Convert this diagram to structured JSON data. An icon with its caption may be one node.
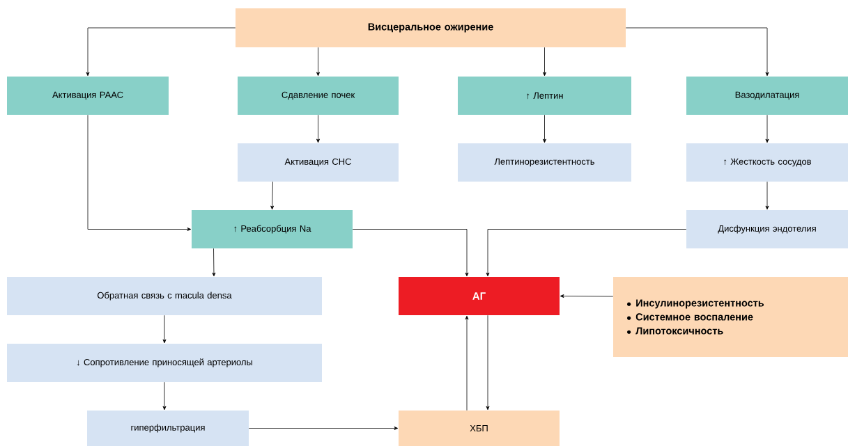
{
  "diagram": {
    "nodes": [
      {
        "text": [
          "Висцеральное ожирение"
        ]
      },
      {
        "text": [
          "Активация РААС"
        ]
      },
      {
        "text": [
          "Сдавление почек"
        ]
      },
      {
        "text": [
          "↑ Лептин"
        ]
      },
      {
        "text": [
          "Вазодилатация"
        ]
      },
      {
        "text": [
          "Активация СНС"
        ]
      },
      {
        "text": [
          "Лептинорезистентность"
        ]
      },
      {
        "text": [
          "↑ Жесткость сосудов"
        ]
      },
      {
        "text": [
          "↑ Реабсорбция Na"
        ]
      },
      {
        "text": [
          "Дисфункция эндотелия"
        ]
      },
      {
        "text": [
          "Обратная связь с macula densa"
        ]
      },
      {
        "text": [
          "АГ"
        ]
      },
      {
        "text": [
          "Инсулинорезистентность",
          "Системное воспаление",
          "Липотоксичность"
        ]
      },
      {
        "text": [
          "↓ Сопротивление приносящей артериолы"
        ]
      },
      {
        "text": [
          "гиперфильтрация"
        ]
      },
      {
        "text": [
          "ХБП"
        ]
      }
    ],
    "edges": [
      {
        "from": 0,
        "to": 1,
        "arrow": "to"
      },
      {
        "from": 0,
        "to": 2,
        "arrow": "to"
      },
      {
        "from": 0,
        "to": 3,
        "arrow": "to"
      },
      {
        "from": 0,
        "to": 4,
        "arrow": "to"
      },
      {
        "from": 2,
        "to": 5,
        "arrow": "to"
      },
      {
        "from": 3,
        "to": 6,
        "arrow": "to"
      },
      {
        "from": 4,
        "to": 7,
        "arrow": "to"
      },
      {
        "from": 7,
        "to": 9,
        "arrow": "to"
      },
      {
        "from": 1,
        "to": 8,
        "arrow": "to"
      },
      {
        "from": 5,
        "to": 8,
        "arrow": "to"
      },
      {
        "from": 8,
        "to": 11,
        "arrow": "to"
      },
      {
        "from": 9,
        "to": 11,
        "arrow": "to"
      },
      {
        "from": 8,
        "to": 10,
        "arrow": "to"
      },
      {
        "from": 10,
        "to": 13,
        "arrow": "to"
      },
      {
        "from": 13,
        "to": 14,
        "arrow": "to"
      },
      {
        "from": 14,
        "to": 15,
        "arrow": "to"
      },
      {
        "from": 12,
        "to": 11,
        "arrow": "to"
      },
      {
        "from": 15,
        "to": 11,
        "arrow": "to"
      },
      {
        "from": 11,
        "to": 15,
        "arrow": "to"
      }
    ]
  }
}
